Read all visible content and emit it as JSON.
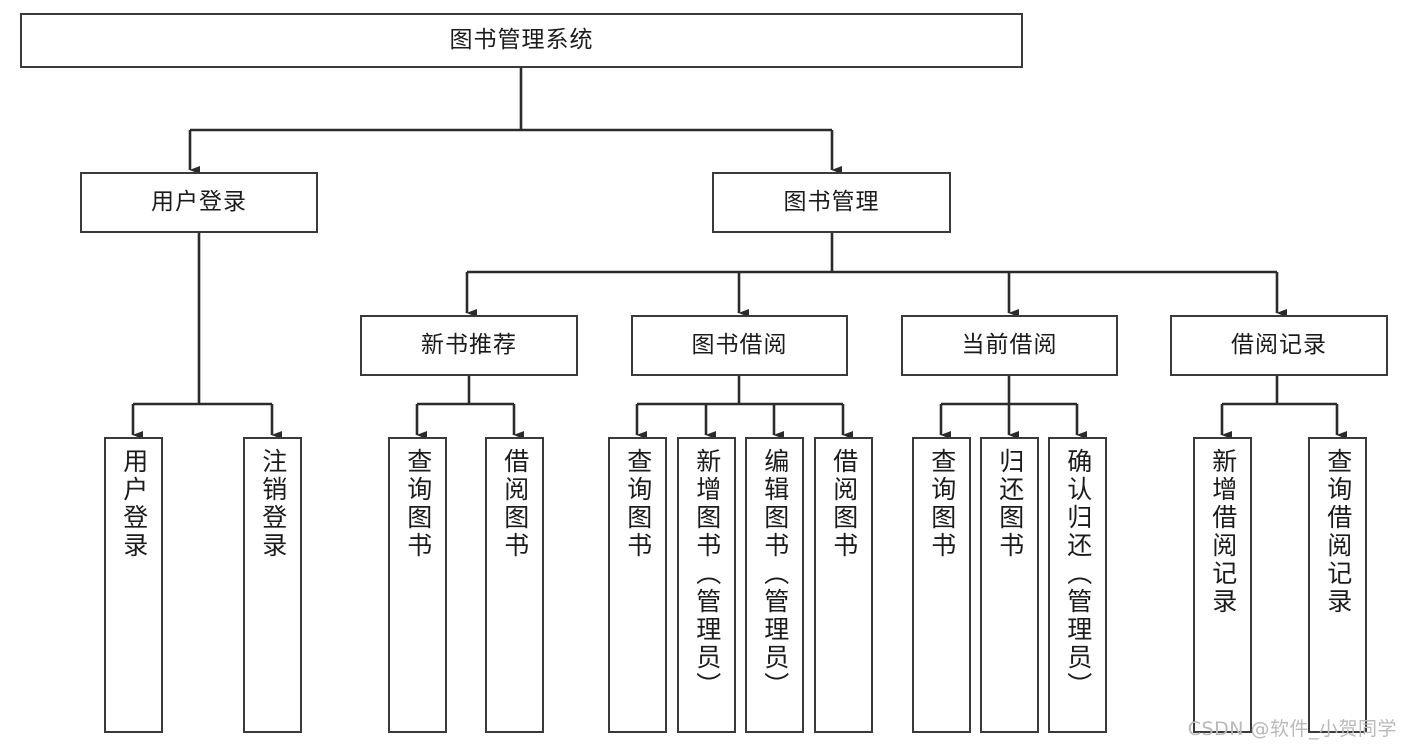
{
  "diagram": {
    "kind": "tree-hierarchy-chart",
    "root": {
      "id": "root",
      "label": "图书管理系统"
    },
    "level2": [
      {
        "id": "user-login",
        "label": "用户登录"
      },
      {
        "id": "book-manage",
        "label": "图书管理"
      }
    ],
    "level3": [
      {
        "id": "new-book-rec",
        "label": "新书推荐"
      },
      {
        "id": "book-borrow",
        "label": "图书借阅"
      },
      {
        "id": "current-borrow",
        "label": "当前借阅"
      },
      {
        "id": "borrow-record",
        "label": "借阅记录"
      }
    ],
    "leaves": {
      "user-login": [
        {
          "id": "leaf-user-login",
          "label": "用户登录"
        },
        {
          "id": "leaf-logout",
          "label": "注销登录"
        }
      ],
      "new-book-rec": [
        {
          "id": "leaf-query-book-1",
          "label": "查询图书"
        },
        {
          "id": "leaf-borrow-book-1",
          "label": "借阅图书"
        }
      ],
      "book-borrow": [
        {
          "id": "leaf-query-book-2",
          "label": "查询图书"
        },
        {
          "id": "leaf-add-book",
          "label": "新增图书（管理员）"
        },
        {
          "id": "leaf-edit-book",
          "label": "编辑图书（管理员）"
        },
        {
          "id": "leaf-borrow-book-2",
          "label": "借阅图书"
        }
      ],
      "current-borrow": [
        {
          "id": "leaf-query-book-3",
          "label": "查询图书"
        },
        {
          "id": "leaf-return-book",
          "label": "归还图书"
        },
        {
          "id": "leaf-confirm-return",
          "label": "确认归还（管理员）"
        }
      ],
      "borrow-record": [
        {
          "id": "leaf-add-record",
          "label": "新增借阅记录"
        },
        {
          "id": "leaf-query-record",
          "label": "查询借阅记录"
        }
      ]
    }
  },
  "watermark": {
    "text": "CSDN @软件_小贺同学"
  },
  "colors": {
    "box_border": "#3a3a3a",
    "connector": "#2b2b2b",
    "text": "#1b1b1b",
    "background": "#ffffff",
    "watermark": "#b9b9b9"
  }
}
